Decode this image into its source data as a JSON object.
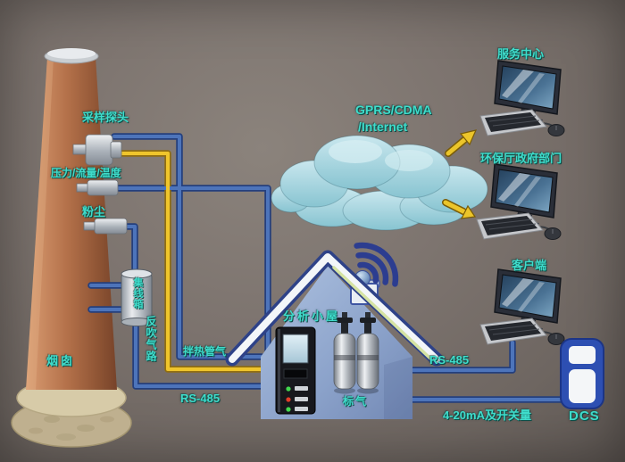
{
  "labels": {
    "chimney": "烟囱",
    "sampling_probe": "采样探头",
    "pressure_flow_temp": "压力/流量/温度",
    "dust": "粉尘",
    "junction_box": "集线箱",
    "backflush_path": "反吹气路",
    "heated_line": "拌热管气",
    "rs485_left": "RS-485",
    "analysis_house": "分析小屋",
    "standard_gas": "标气",
    "network_line1": "GPRS/CDMA",
    "network_line2": "/Internet",
    "service_center": "服务中心",
    "epa_dept": "环保厅政府部门",
    "client": "客户端",
    "rs485_right": "RS-485",
    "analog_signal": "4-20mA及开关量",
    "dcs": "DCS"
  },
  "colors": {
    "label_text": "#3FDCCB",
    "wire_blue": "#4D74BA",
    "wire_blue_edge": "#243F7D",
    "wire_yellow": "#EFC52C",
    "wire_yellow_edge": "#8F6D12",
    "house_wall": "#96ADD2",
    "roof_trim_white": "#F3F6F9",
    "roof_trim_green": "#D5E3A3",
    "cloud": "#9DD2DC",
    "chimney_body": "#B4714A",
    "dcs_body": "#2D4FB2",
    "arrow_yellow": "#ECC52A",
    "wifi_blue": "#2C3D90",
    "led_green": "#42D84E",
    "led_red": "#E23C28"
  }
}
